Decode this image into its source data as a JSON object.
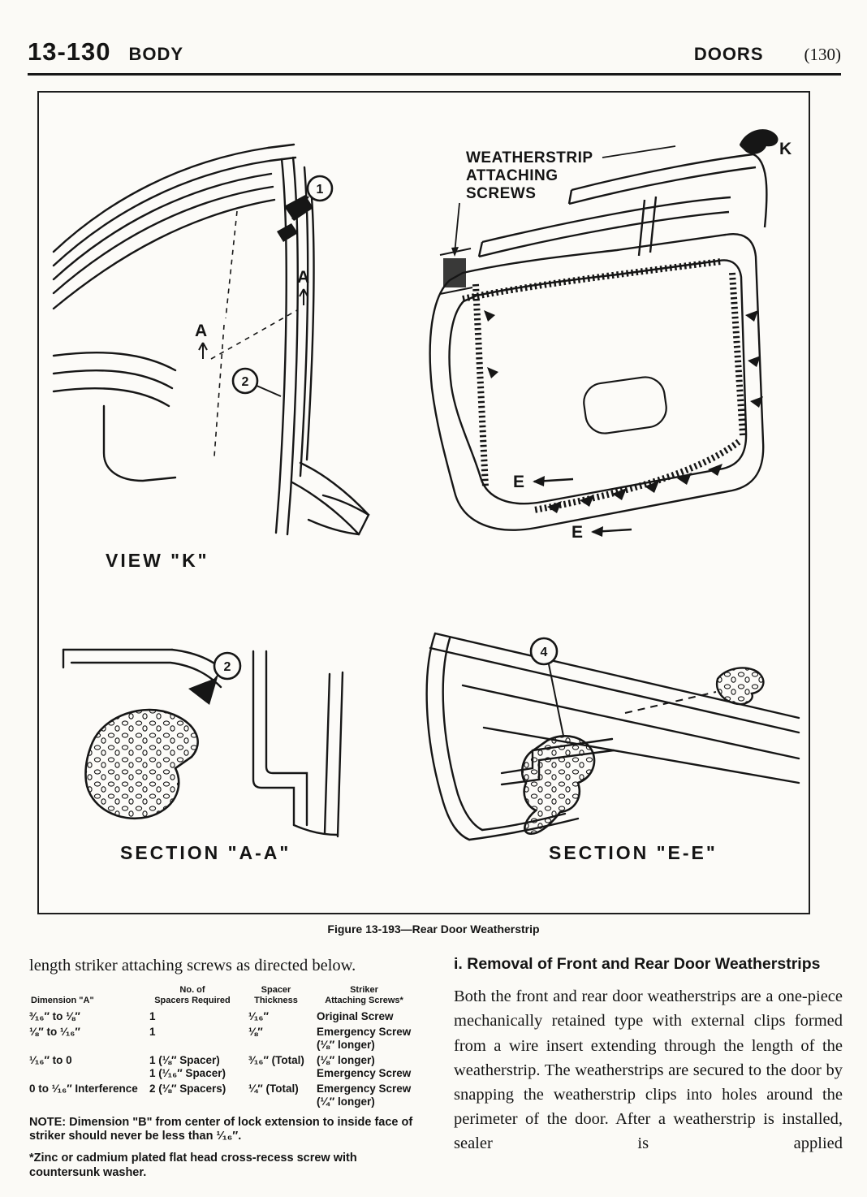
{
  "header": {
    "page_number": "13-130",
    "section": "BODY",
    "right_section": "DOORS",
    "right_page": "(130)"
  },
  "figure": {
    "caption": "Figure 13-193—Rear Door Weatherstrip",
    "view_k_label": "VIEW \"K\"",
    "section_aa_label": "SECTION \"A-A\"",
    "section_ee_label": "SECTION \"E-E\"",
    "weatherstrip_line1": "WEATHERSTRIP",
    "weatherstrip_line2": "ATTACHING",
    "weatherstrip_line3": "SCREWS",
    "letter_k": "K",
    "letter_a": "A",
    "letter_e": "E",
    "callout_1": "1",
    "callout_2": "2",
    "callout_4": "4"
  },
  "left_column": {
    "intro": "length striker attaching screws as directed below.",
    "table": {
      "headers": [
        "Dimension \"A\"",
        "No. of\nSpacers Required",
        "Spacer\nThickness",
        "Striker\nAttaching Screws*"
      ],
      "rows": [
        [
          "³⁄₁₆″ to ⅛″",
          "1",
          "¹⁄₁₆″",
          "Original Screw"
        ],
        [
          "⅛″ to ¹⁄₁₆″",
          "1",
          "⅛″",
          "Emergency Screw\n(⅛″ longer)"
        ],
        [
          "¹⁄₁₆″ to 0",
          "1 (⅛″ Spacer)\n1 (¹⁄₁₆″ Spacer)",
          "³⁄₁₆″ (Total)",
          "(⅛″ longer)\nEmergency Screw"
        ],
        [
          "0 to ¹⁄₁₆″ Interference",
          "2 (⅛″ Spacers)",
          "¼″ (Total)",
          "Emergency Screw\n(¼″ longer)"
        ]
      ]
    },
    "note": "NOTE: Dimension \"B\" from center of lock extension to inside face of striker should never be less than ¹⁄₁₆″.",
    "footnote": "*Zinc or cadmium plated flat head cross-recess screw with countersunk washer."
  },
  "right_column": {
    "heading": "i. Removal of Front and Rear Door Weatherstrips",
    "paragraph": "Both the front and rear door weatherstrips are a one-piece mechanically retained type with external clips formed from a wire insert extending through the length of the weatherstrip. The weatherstrips are secured to the door by snapping the weatherstrip clips into holes around the perimeter of the door. After a weatherstrip is installed, sealer is applied"
  }
}
